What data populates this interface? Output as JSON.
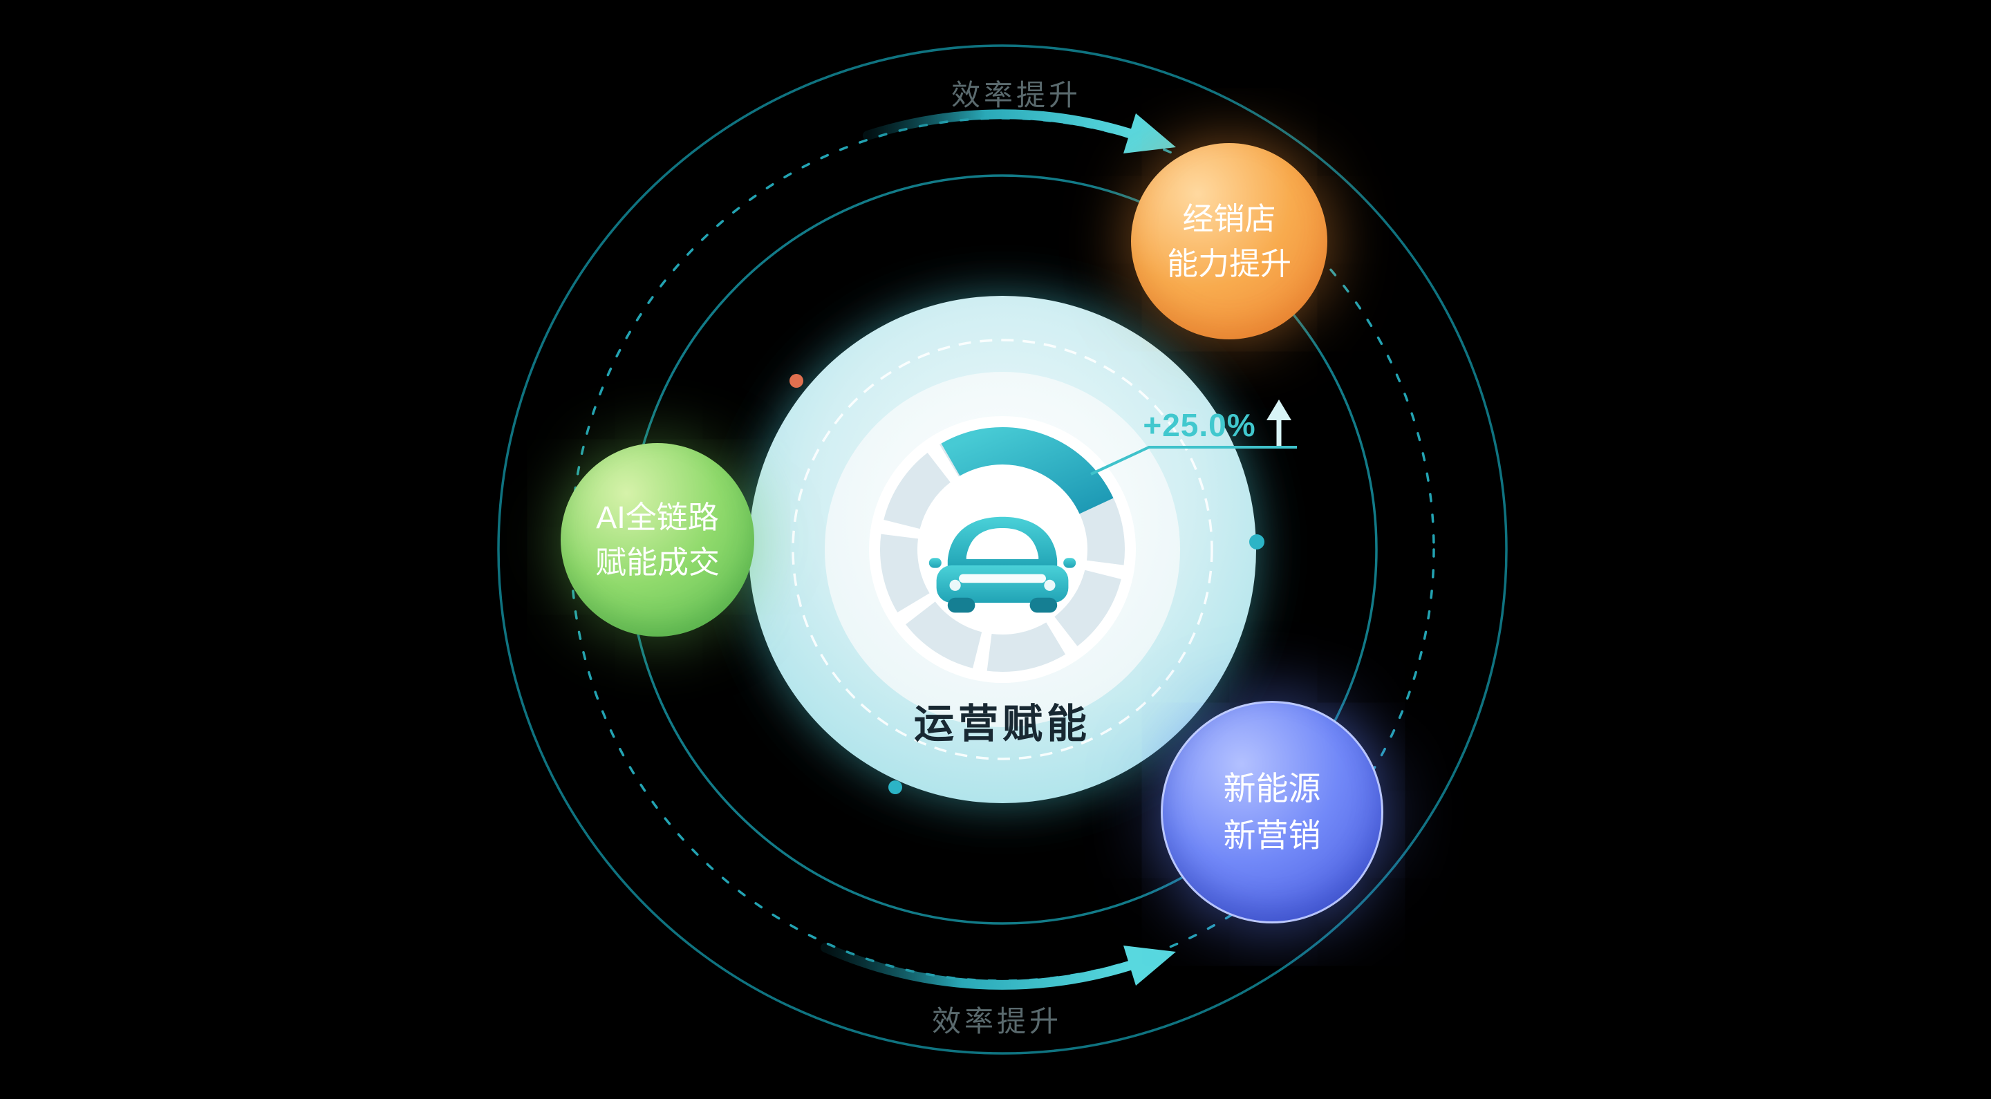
{
  "diagram": {
    "center_label": "运营赋能",
    "metric_label": "+25.0%",
    "flow_label_top": "效率提升",
    "flow_label_bottom": "效率提升",
    "bubbles": {
      "dealer": {
        "line1": "经销店",
        "line2": "能力提升",
        "color": "#f09a3e"
      },
      "ai_chain": {
        "line1": "AI全链路",
        "line2": "赋能成交",
        "color": "#63c455"
      },
      "nev": {
        "line1": "新能源",
        "line2": "新营销",
        "color": "#5a74ee"
      }
    },
    "colors": {
      "background": "#000000",
      "orbit_solid": "#0f7380",
      "orbit_dashed": "#23a3b2",
      "arrow": "#58d8df",
      "metric_text": "#41c8ce",
      "flow_label_text": "#5a6a6e",
      "center_text": "#182832",
      "disc": "#cdeef2",
      "gauge_highlight": "#2fb3c4",
      "dot_orange": "#e0704f",
      "dot_teal": "#2cb4c6"
    }
  }
}
